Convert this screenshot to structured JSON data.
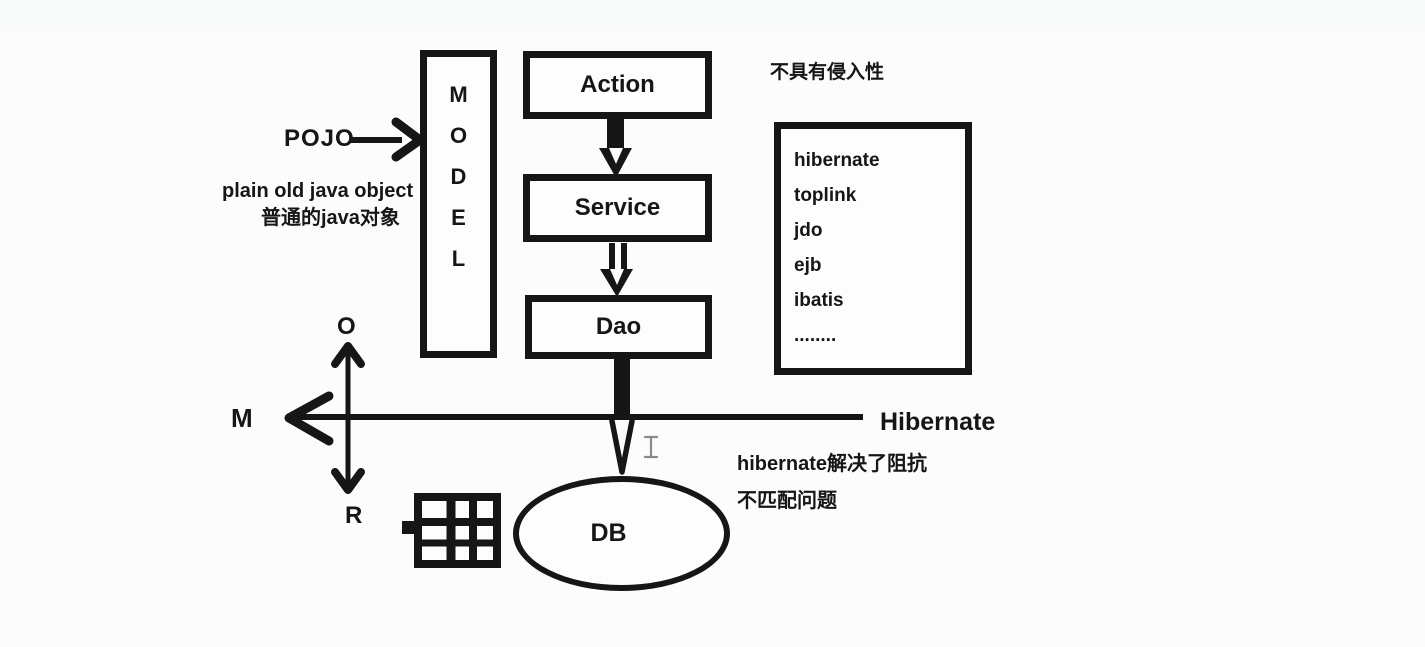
{
  "colors": {
    "ink": "#161616",
    "background": "#fcfcfc",
    "cursor_gray": "#8a8a8a"
  },
  "pojo": {
    "title": "POJO",
    "line_en": "plain old java object",
    "line_zh": "普通的java对象"
  },
  "model": {
    "letters": [
      "M",
      "O",
      "D",
      "E",
      "L"
    ]
  },
  "flow": {
    "action": "Action",
    "service": "Service",
    "dao": "Dao",
    "db": "DB"
  },
  "notes": {
    "non_invasive": "不具有侵入性",
    "impedance_line1": "hibernate解决了阻抗",
    "impedance_line2": "不匹配问题"
  },
  "orm_frameworks": [
    "hibernate",
    "toplink",
    "jdo",
    "ejb",
    "ibatis",
    "........"
  ],
  "axis": {
    "o": "O",
    "m": "M",
    "r": "R",
    "hibernate": "Hibernate"
  }
}
